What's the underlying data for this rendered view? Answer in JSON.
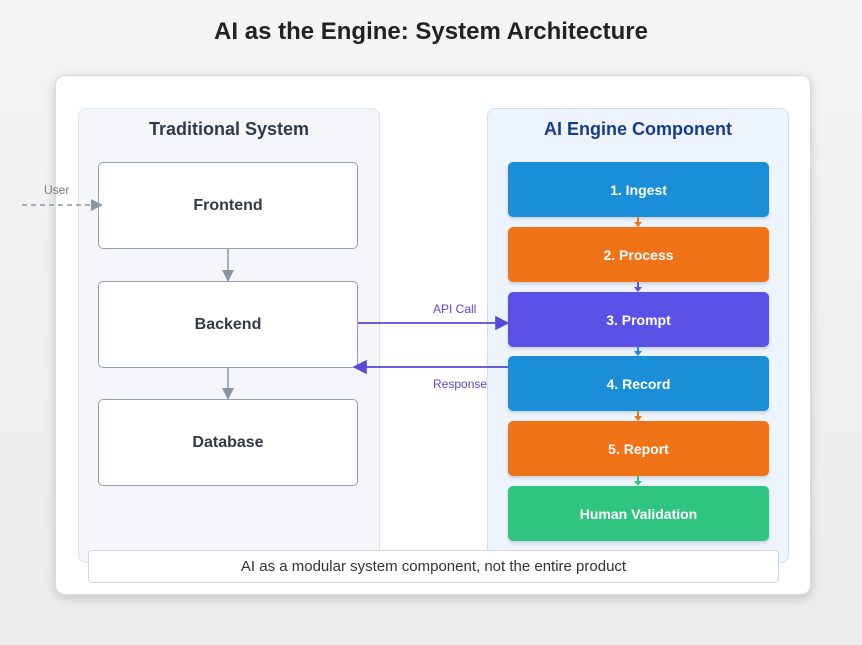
{
  "title": "AI as the Engine: System Architecture",
  "traditional": {
    "title": "Traditional System",
    "components": [
      "Frontend",
      "Backend",
      "Database"
    ]
  },
  "ai_engine": {
    "title": "AI Engine Component",
    "steps": [
      {
        "label": "1. Ingest",
        "color": "#1a8fd8"
      },
      {
        "label": "2. Process",
        "color": "#f07318"
      },
      {
        "label": "3. Prompt",
        "color": "#5a52e6"
      },
      {
        "label": "4. Record",
        "color": "#1a8fd8"
      },
      {
        "label": "5. Report",
        "color": "#f07318"
      },
      {
        "label": "Human Validation",
        "color": "#2fc581"
      }
    ]
  },
  "edges": {
    "user": "User",
    "api_call": "API Call",
    "response": "Response"
  },
  "caption": "AI as a modular system component, not the entire product",
  "colors": {
    "link": "#5549d6",
    "flow_arrow": "#8b96a5"
  }
}
